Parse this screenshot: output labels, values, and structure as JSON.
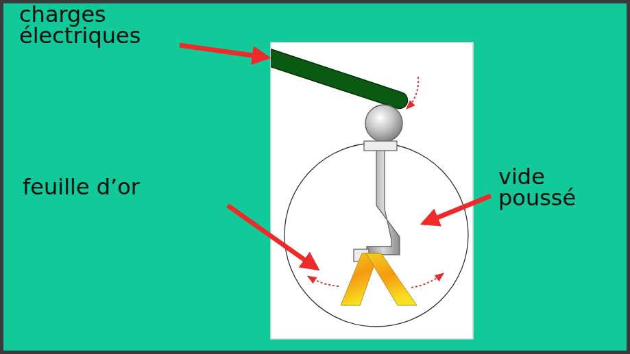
{
  "diagram": {
    "labels": [
      "charges électriques",
      "feuille d’or",
      "vide poussé"
    ]
  }
}
